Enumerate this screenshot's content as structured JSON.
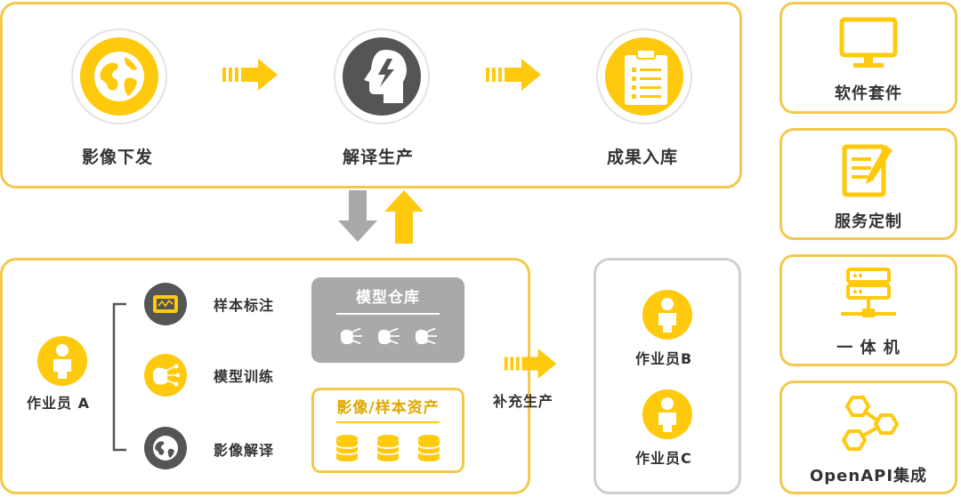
{
  "top_flow": {
    "step1": "影像下发",
    "step2": "解译生产",
    "step3": "成果入库"
  },
  "bottom_left": {
    "operator_a": "作业员 A",
    "tasks": [
      "样本标注",
      "模型训练",
      "影像解译"
    ],
    "model_repo_title": "模型仓库",
    "asset_title": "影像/样本资产"
  },
  "supplement_label": "补充生产",
  "operators_right": {
    "b": "作业员B",
    "c": "作业员C"
  },
  "side_cards": [
    {
      "label": "软件套件",
      "icon": "monitor-icon"
    },
    {
      "label": "服务定制",
      "icon": "document-pen-icon"
    },
    {
      "label": "一 体 机",
      "icon": "server-icon"
    },
    {
      "label": "OpenAPI集成",
      "icon": "hexagon-network-icon"
    }
  ],
  "colors": {
    "accent": "#ffc90e",
    "border": "#f2c94c",
    "dark": "#555555",
    "grey": "#a9a9a9"
  }
}
